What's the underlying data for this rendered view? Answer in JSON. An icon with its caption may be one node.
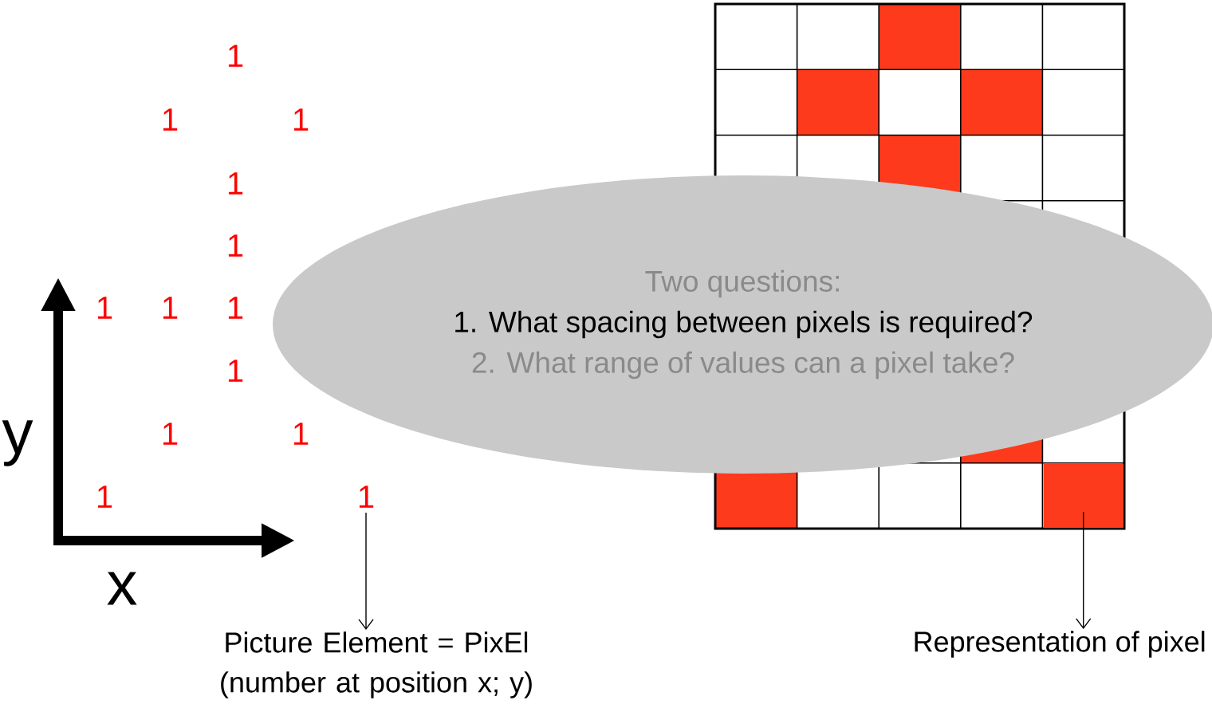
{
  "diagram": {
    "nodes": [
      {
        "text": [
          "1"
        ]
      },
      {
        "text": [
          "Two questions:",
          "1. What spacing between pixels is required?",
          "2. What range of values can a pixel take?"
        ]
      },
      {
        "text": [],
        "shape": "box"
      },
      {
        "text": [
          "Picture Element = PixEl (number at position x; y)"
        ]
      },
      {
        "text": [
          "Representation of pixel"
        ]
      }
    ],
    "edges": [
      {
        "from": 0,
        "to": 3,
        "arrow": "to"
      },
      {
        "from": 2,
        "to": 4,
        "arrow": "to"
      }
    ],
    "labels": [
      "1",
      "1",
      "1",
      "1",
      "1",
      "1",
      "1",
      "1",
      "1",
      "1",
      "1",
      "1",
      "y",
      "x"
    ]
  }
}
